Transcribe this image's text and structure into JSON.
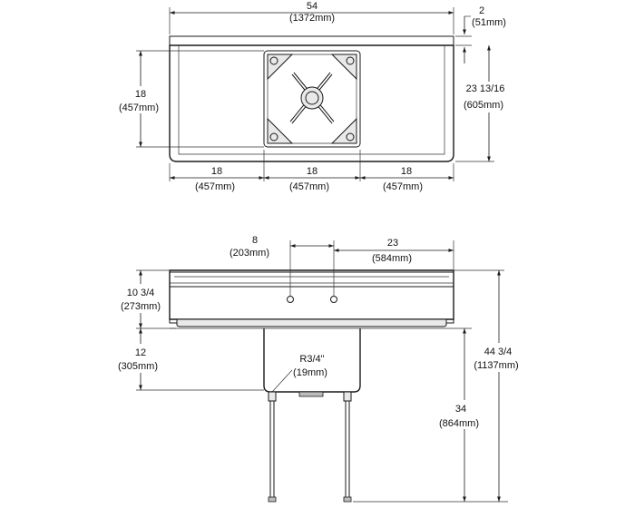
{
  "top_view": {
    "overall_width": {
      "in": "54",
      "mm": "(1372mm)"
    },
    "backsplash": {
      "in": "2",
      "mm": "(51mm)"
    },
    "overall_depth": {
      "in": "23 13/16",
      "mm": "(605mm)"
    },
    "bowl_depth": {
      "in": "18",
      "mm": "(457mm)"
    },
    "left_drainboard": {
      "in": "18",
      "mm": "(457mm)"
    },
    "bowl_width": {
      "in": "18",
      "mm": "(457mm)"
    },
    "right_drainboard": {
      "in": "18",
      "mm": "(457mm)"
    }
  },
  "front_view": {
    "faucet_spacing": {
      "in": "8",
      "mm": "(203mm)"
    },
    "faucet_to_edge": {
      "in": "23",
      "mm": "(584mm)"
    },
    "backsplash_height": {
      "in": "10 3/4",
      "mm": "(273mm)"
    },
    "bowl_height": {
      "in": "12",
      "mm": "(305mm)"
    },
    "overall_height": {
      "in": "44 3/4",
      "mm": "(1137mm)"
    },
    "corner_radius": {
      "in": "R3/4\"",
      "mm": "(19mm)"
    },
    "rim_height": {
      "in": "34",
      "mm": "(864mm)"
    }
  }
}
